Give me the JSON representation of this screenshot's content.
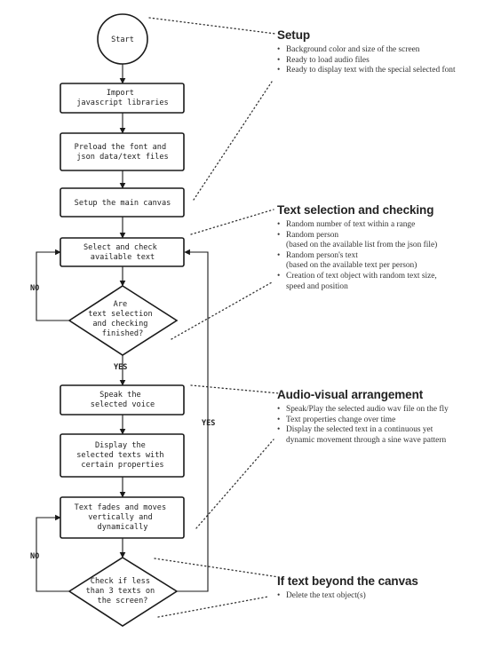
{
  "flowchart": {
    "nodes": [
      {
        "id": "start",
        "lines": [
          "Start"
        ]
      },
      {
        "id": "import",
        "lines": [
          "Import",
          "javascript libraries"
        ]
      },
      {
        "id": "preload",
        "lines": [
          "Preload the font and",
          "json data/text files"
        ]
      },
      {
        "id": "setup",
        "lines": [
          "Setup the main canvas"
        ]
      },
      {
        "id": "select",
        "lines": [
          "Select and check",
          "available text"
        ]
      },
      {
        "id": "decision1",
        "lines": [
          "Are",
          "text selection",
          "and checking",
          "finished?"
        ]
      },
      {
        "id": "speak",
        "lines": [
          "Speak the",
          "selected voice"
        ]
      },
      {
        "id": "display",
        "lines": [
          "Display the",
          "selected texts with",
          "certain properties"
        ]
      },
      {
        "id": "fades",
        "lines": [
          "Text fades and moves",
          "vertically and",
          "dynamically"
        ]
      },
      {
        "id": "decision2",
        "lines": [
          "Check if less",
          "than 3 texts on",
          "the screen?"
        ]
      }
    ],
    "edge_labels": {
      "no1": "NO",
      "yes1": "YES",
      "no2": "NO",
      "yes2": "YES"
    }
  },
  "panels": [
    {
      "id": "setup",
      "title": "Setup",
      "bullets": [
        {
          "text": "Background color and size of the screen"
        },
        {
          "text": "Ready to load audio files"
        },
        {
          "text": "Ready to display text with the special selected font"
        }
      ]
    },
    {
      "id": "text-selection",
      "title": "Text selection and checking",
      "bullets": [
        {
          "text": "Random number of text within a range"
        },
        {
          "text": "Random person",
          "sub": "(based on the available list from the json file)"
        },
        {
          "text": "Random person's text",
          "sub": "(based on the available text per person)"
        },
        {
          "text": "Creation of text object with random text size,",
          "sub": "speed and position"
        }
      ]
    },
    {
      "id": "audio-visual",
      "title": "Audio-visual arrangement",
      "bullets": [
        {
          "text": "Speak/Play the selected audio wav file on the fly"
        },
        {
          "text": "Text properties change over time"
        },
        {
          "text": "Display the selected text in a continuous yet",
          "sub": "dynamic movement through a sine wave pattern"
        }
      ]
    },
    {
      "id": "beyond-canvas",
      "title": "If text beyond the canvas",
      "bullets": [
        {
          "text": "Delete the text object(s)"
        }
      ]
    }
  ],
  "colors": {
    "stroke": "#1a1a1a",
    "text": "#222222",
    "dotted": "#333333",
    "background": "#ffffff"
  },
  "bullet_glyph": "•"
}
